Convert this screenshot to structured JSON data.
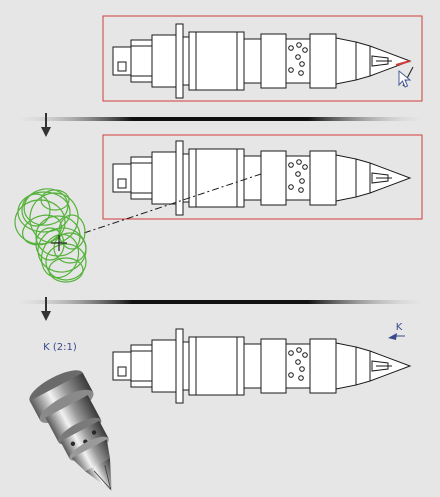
{
  "steps": [
    {
      "id": "step-1",
      "description": "select-view-edge"
    },
    {
      "id": "step-2",
      "description": "sketch-detail-boundary"
    },
    {
      "id": "step-3",
      "description": "result-detail-view"
    }
  ],
  "view_direction_label": "K",
  "detail_view_label": "K (2:1)",
  "colors": {
    "background": "#e6e6e6",
    "highlight_frame": "#d23c3c",
    "sketch": "#55b23a",
    "line": "#1a1a1a",
    "label": "#3a4a8a"
  }
}
